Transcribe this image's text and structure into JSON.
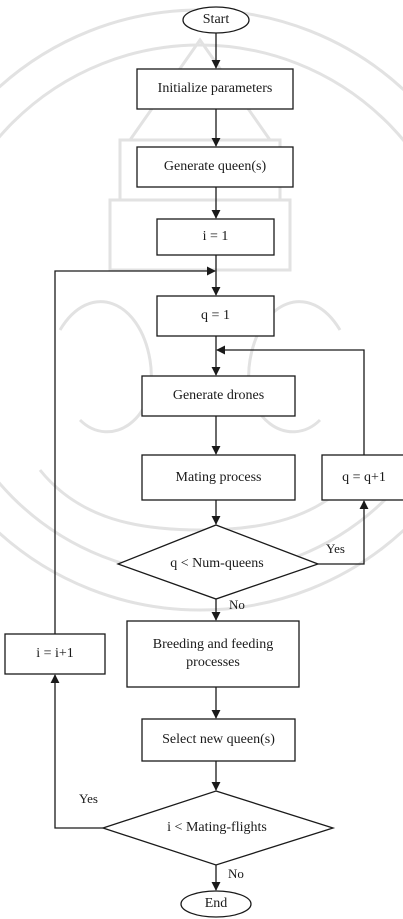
{
  "flowchart": {
    "nodes": {
      "start": "Start",
      "init": "Initialize parameters",
      "gen_queens": "Generate queen(s)",
      "i_init": "i = 1",
      "q_init": "q = 1",
      "gen_drones": "Generate drones",
      "mating": "Mating process",
      "q_check": "q < Num-queens",
      "q_inc": "q = q+1",
      "breeding": "Breeding and feeding processes",
      "select": "Select new queen(s)",
      "i_check": "i < Mating-flights",
      "i_inc": "i = i+1",
      "end": "End"
    },
    "edge_labels": {
      "q_yes": "Yes",
      "q_no": "No",
      "i_yes": "Yes",
      "i_no": "No"
    }
  },
  "colors": {
    "stroke": "#1a1a1a",
    "watermark": "#d9d9d9"
  }
}
